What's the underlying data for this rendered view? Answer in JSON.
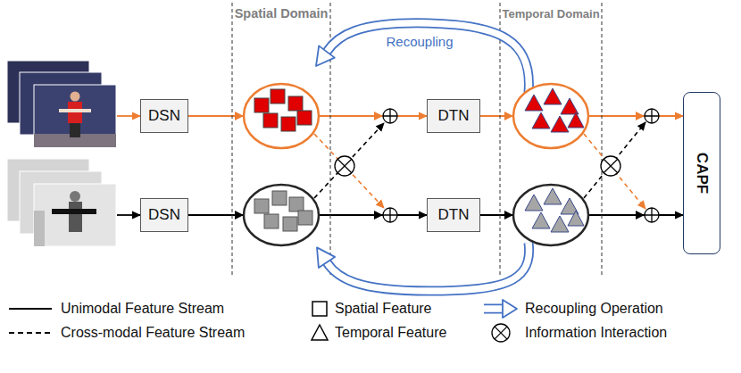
{
  "diagram": {
    "nodes": [
      {
        "text": [
          "DSN"
        ]
      },
      {
        "text": [
          "DSN"
        ]
      },
      {
        "text": [
          "DTN"
        ]
      },
      {
        "text": [
          "DTN"
        ]
      },
      {
        "text": [
          "CAPF"
        ]
      }
    ],
    "edges": [
      {
        "from": 0,
        "to": 2,
        "arrow": "to"
      },
      {
        "from": 1,
        "to": 3,
        "arrow": "to"
      },
      {
        "from": 2,
        "to": 4,
        "arrow": "to"
      },
      {
        "from": 3,
        "to": 4,
        "arrow": "to"
      }
    ],
    "labels": [
      "Spatial Domain",
      "Recoupling",
      "Temporal Domain"
    ],
    "legend": [
      {
        "text": "Unimodal Feature Stream"
      },
      {
        "text": "Spatial Feature"
      },
      {
        "text": "Recoupling Operation"
      },
      {
        "text": "Cross-modal Feature Stream"
      },
      {
        "text": "Temporal Feature"
      },
      {
        "text": "Information Interaction"
      }
    ]
  }
}
